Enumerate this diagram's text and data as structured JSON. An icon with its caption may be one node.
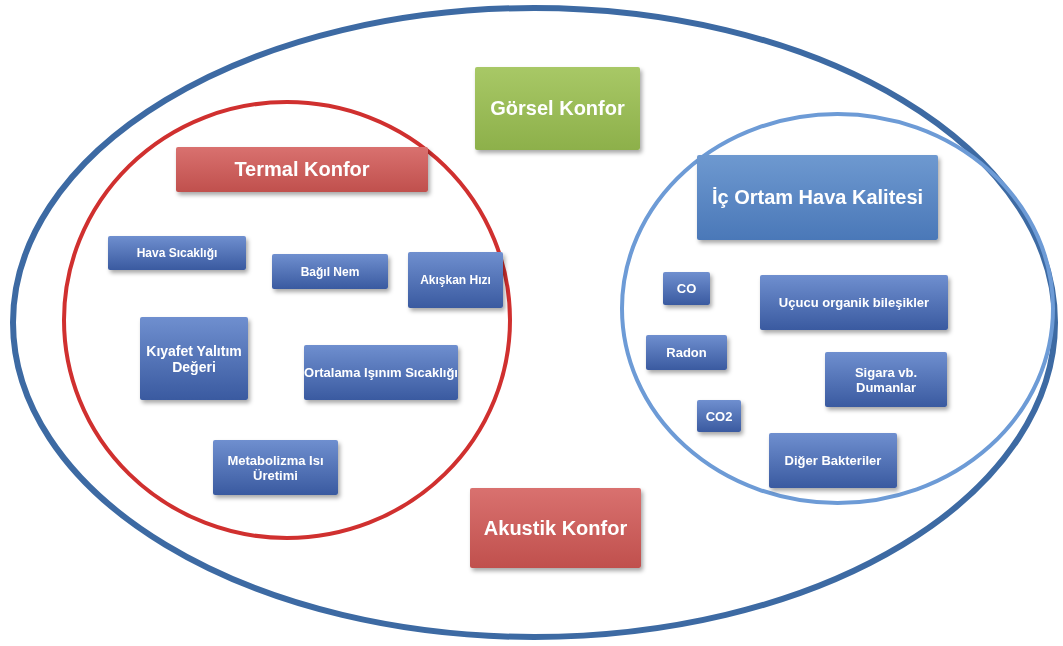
{
  "diagram": {
    "nodes": [
      {
        "text": [],
        "shape": "ellipse"
      },
      {
        "text": [
          "Görsel Konfor"
        ],
        "in": 0
      },
      {
        "text": [],
        "shape": "ellipse",
        "in": 0
      },
      {
        "text": [
          "Termal Konfor"
        ],
        "in": 2
      },
      {
        "text": [
          "Hava Sıcaklığı"
        ],
        "in": 2
      },
      {
        "text": [
          "Bağıl Nem"
        ],
        "in": 2
      },
      {
        "text": [
          "Akışkan Hızı"
        ],
        "in": 2
      },
      {
        "text": [
          "Kıyafet Yalıtım Değeri"
        ],
        "in": 2
      },
      {
        "text": [
          "Ortalama Işınım Sıcaklığı"
        ],
        "in": 2
      },
      {
        "text": [
          "Metabolizma Isı Üretimi"
        ],
        "in": 2
      },
      {
        "text": [],
        "shape": "ellipse",
        "in": 0
      },
      {
        "text": [
          "İç Ortam Hava Kalitesi"
        ],
        "in": 10
      },
      {
        "text": [
          "CO"
        ],
        "in": 10
      },
      {
        "text": [
          "Uçucu organik bileşikler"
        ],
        "in": 10
      },
      {
        "text": [
          "Radon"
        ],
        "in": 10
      },
      {
        "text": [
          "Sigara vb. Dumanlar"
        ],
        "in": 10
      },
      {
        "text": [
          "CO2"
        ],
        "in": 10
      },
      {
        "text": [
          "Diğer Bakteriler"
        ],
        "in": 10
      },
      {
        "text": [
          "Akustik Konfor"
        ],
        "in": 0
      }
    ]
  }
}
